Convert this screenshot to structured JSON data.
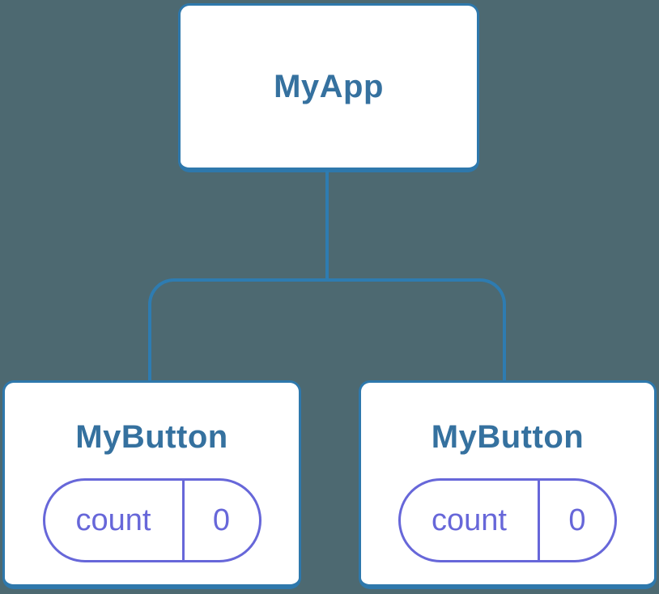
{
  "diagram": {
    "description": "React component tree diagram: parent component with two child components each holding local state",
    "tree": {
      "root": {
        "label": "MyApp"
      },
      "children": [
        {
          "label": "MyButton",
          "state": {
            "key": "count",
            "value": "0"
          }
        },
        {
          "label": "MyButton",
          "state": {
            "key": "count",
            "value": "0"
          }
        }
      ]
    }
  },
  "colors": {
    "canvas-bg": "#4D6971",
    "node-bg": "#FFFFFF",
    "node-border": "#2E78AC",
    "node-text": "#35719F",
    "connector": "#2E7CB1",
    "state-border": "#6767D9",
    "state-text": "#6767D9"
  }
}
